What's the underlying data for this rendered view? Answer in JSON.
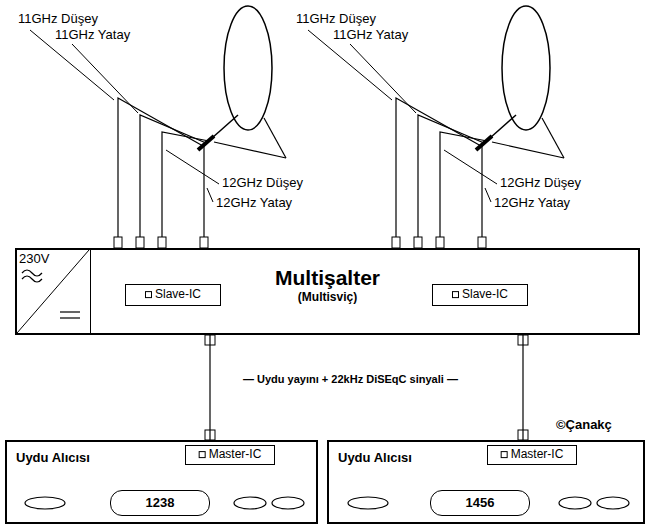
{
  "diagram": {
    "nodes": [
      {
        "text": [
          "Multişalter",
          "(Multisviç)"
        ]
      },
      {
        "text": [
          "230V"
        ],
        "in": 0
      },
      {
        "text": [
          "Slave-IC"
        ],
        "in": 0
      },
      {
        "text": [
          "Slave-IC"
        ],
        "in": 0
      },
      {
        "text": [
          "Uydu Alıcısı"
        ]
      },
      {
        "text": [
          "Master-IC"
        ],
        "in": 4
      },
      {
        "text": [
          "1238"
        ],
        "in": 4
      },
      {
        "text": [
          "Uydu Alıcısı"
        ]
      },
      {
        "text": [
          "Master-IC"
        ],
        "in": 7
      },
      {
        "text": [
          "1456"
        ],
        "in": 7
      }
    ],
    "edges": [
      {
        "from": 0,
        "to": 4,
        "arrow": "none"
      },
      {
        "from": 0,
        "to": 7,
        "arrow": "none"
      }
    ],
    "labels": [
      "11GHz Düşey",
      "11GHz Yatay",
      "12GHz Düşey",
      "12GHz Yatay",
      "11GHz Düşey",
      "11GHz Yatay",
      "12GHz Düşey",
      "12GHz Yatay",
      "— Uydu yayını + 22kHz DiSEqC sinyali —",
      "©Çanakç"
    ]
  }
}
